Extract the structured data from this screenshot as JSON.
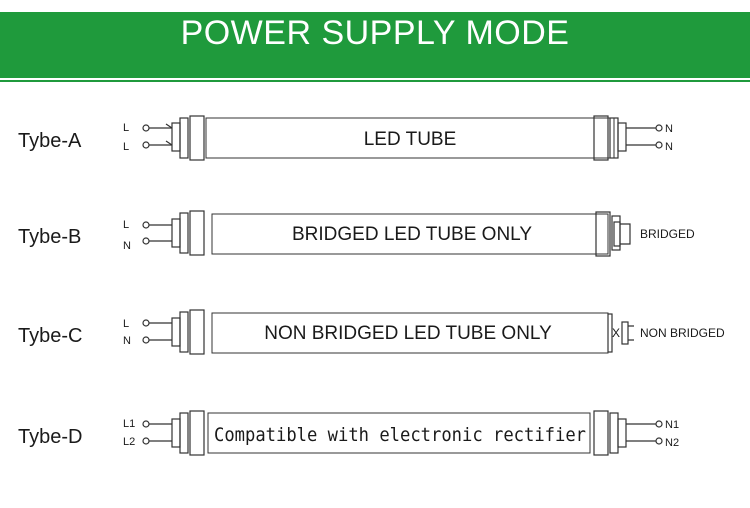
{
  "header": {
    "title": "POWER SUPPLY MODE",
    "color": "#1f9a3c"
  },
  "types": [
    {
      "name": "Tybe-A",
      "left_pins": [
        "L",
        "L"
      ],
      "tube_label": "LED TUBE",
      "right_pins": [
        "N",
        "N"
      ],
      "right_note": ""
    },
    {
      "name": "Tybe-B",
      "left_pins": [
        "L",
        "N"
      ],
      "tube_label": "BRIDGED LED TUBE ONLY",
      "right_pins": [],
      "right_note": "BRIDGED",
      "right_marker": ""
    },
    {
      "name": "Tybe-C",
      "left_pins": [
        "L",
        "N"
      ],
      "tube_label": "NON BRIDGED LED TUBE ONLY",
      "right_pins": [],
      "right_note": "NON BRIDGED",
      "right_marker": "X"
    },
    {
      "name": "Tybe-D",
      "left_pins": [
        "L1",
        "L2"
      ],
      "tube_label": "Compatible with electronic rectifier",
      "right_pins": [
        "N1",
        "N2"
      ],
      "right_note": ""
    }
  ]
}
